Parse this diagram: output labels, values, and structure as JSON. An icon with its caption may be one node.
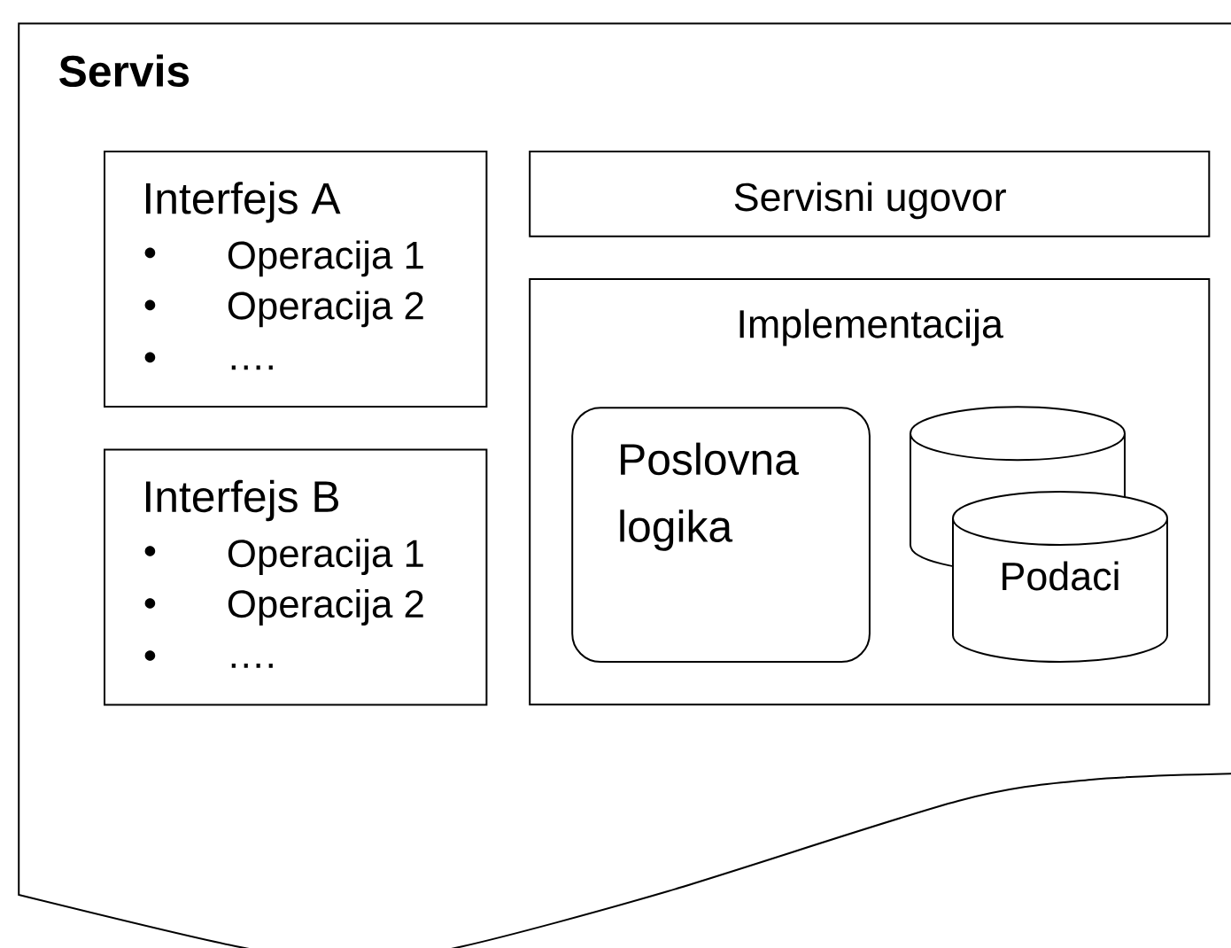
{
  "diagram": {
    "nodes": [
      {
        "text": [
          "Servis"
        ]
      },
      {
        "text": [
          "Interfejs A",
          "Operacija 1",
          "Operacija 2",
          "…."
        ],
        "in": 0
      },
      {
        "text": [
          "Interfejs B",
          "Operacija 1",
          "Operacija 2",
          "…."
        ],
        "in": 0
      },
      {
        "text": [
          "Servisni ugovor"
        ],
        "in": 0
      },
      {
        "text": [
          "Implementacija"
        ],
        "in": 0
      },
      {
        "text": [
          "Poslovna logika"
        ],
        "in": 4
      },
      {
        "text": [],
        "shape": "cylinder",
        "in": 4
      },
      {
        "text": [
          "Podaci"
        ],
        "in": 4
      }
    ]
  }
}
